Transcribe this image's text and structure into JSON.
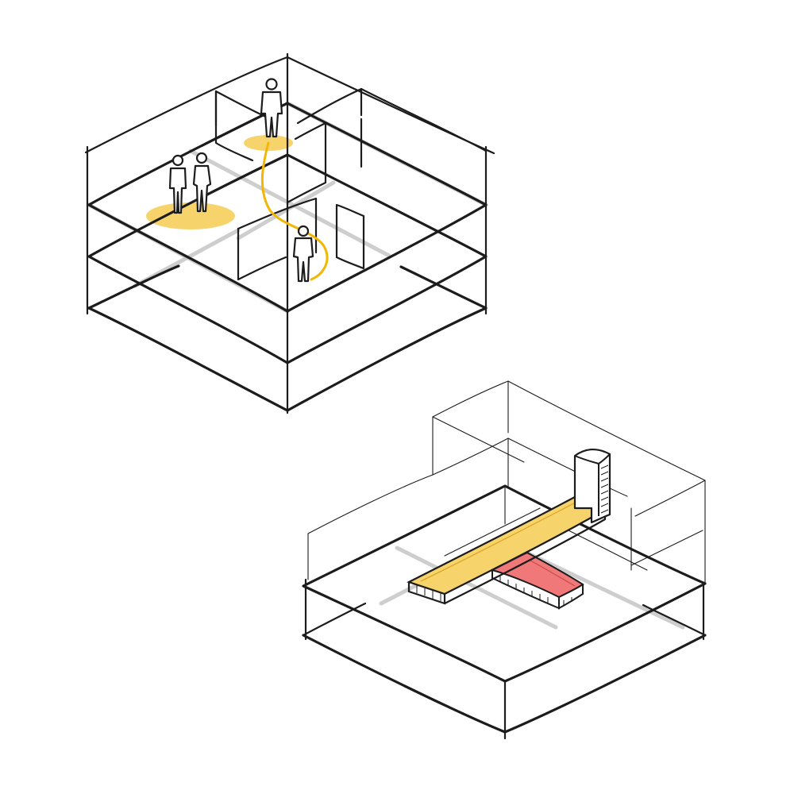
{
  "colors": {
    "ink": "#1c1c1c",
    "floor_shadow": "#bdbdbd",
    "highlight_yellow": "#f7d36b",
    "path_yellow": "#f2b705",
    "highlight_red": "#f07878"
  },
  "figures": [
    {
      "name": "upper-axonometric-building",
      "content": [
        "three-floor-slabs",
        "partition-walls",
        "four-people",
        "yellow-gathering-zones",
        "yellow-circulation-path"
      ]
    },
    {
      "name": "lower-axonometric-building",
      "content": [
        "floor-slabs",
        "yellow-bridge-slab",
        "red-platform",
        "vertical-core"
      ]
    }
  ]
}
